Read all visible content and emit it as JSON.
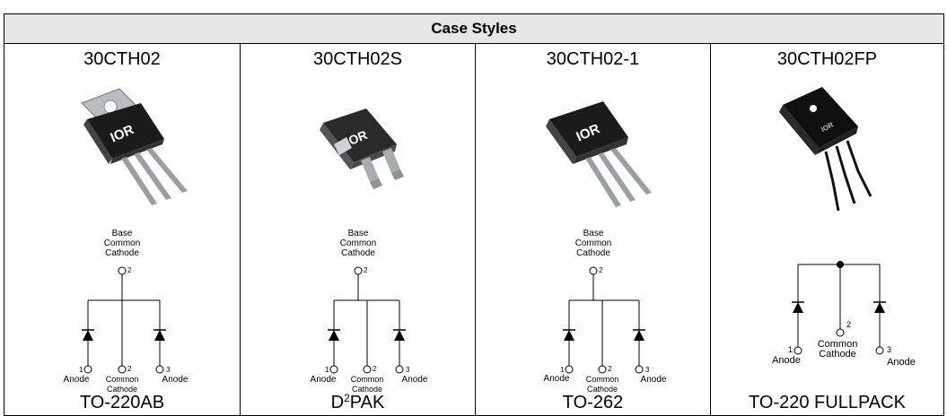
{
  "header": {
    "title": "Case Styles"
  },
  "columns": [
    {
      "part": "30CTH02",
      "package": "TO-220AB",
      "base_label": [
        "Base",
        "Common",
        "Cathode"
      ],
      "base_pin": "2",
      "pins": [
        {
          "num": "1",
          "label": [
            "Anode"
          ]
        },
        {
          "num": "2",
          "label": [
            "Common",
            "Cathode"
          ]
        },
        {
          "num": "3",
          "label": [
            "Anode"
          ]
        }
      ]
    },
    {
      "part": "30CTH02S",
      "package_main": "D",
      "package_sup": "2",
      "package_rest": "PAK",
      "base_label": [
        "Base",
        "Common",
        "Cathode"
      ],
      "base_pin": "2",
      "pins": [
        {
          "num": "1",
          "label": [
            "Anode"
          ]
        },
        {
          "num": "2",
          "label": [
            "Common",
            "Cathode"
          ]
        },
        {
          "num": "3",
          "label": [
            "Anode"
          ]
        }
      ]
    },
    {
      "part": "30CTH02-1",
      "package": "TO-262",
      "base_label": [
        "Base",
        "Common",
        "Cathode"
      ],
      "base_pin": "2",
      "pins": [
        {
          "num": "1",
          "label": [
            "Anode"
          ]
        },
        {
          "num": "2",
          "label": [
            "Common",
            "Cathode"
          ]
        },
        {
          "num": "3",
          "label": [
            "Anode"
          ]
        }
      ]
    },
    {
      "part": "30CTH02FP",
      "package": "TO-220 FULLPACK",
      "pins": [
        {
          "num": "1",
          "label": [
            "Anode"
          ]
        },
        {
          "num": "2",
          "label": [
            "Common",
            "Cathode"
          ]
        },
        {
          "num": "3",
          "label": [
            "Anode"
          ]
        }
      ]
    }
  ]
}
